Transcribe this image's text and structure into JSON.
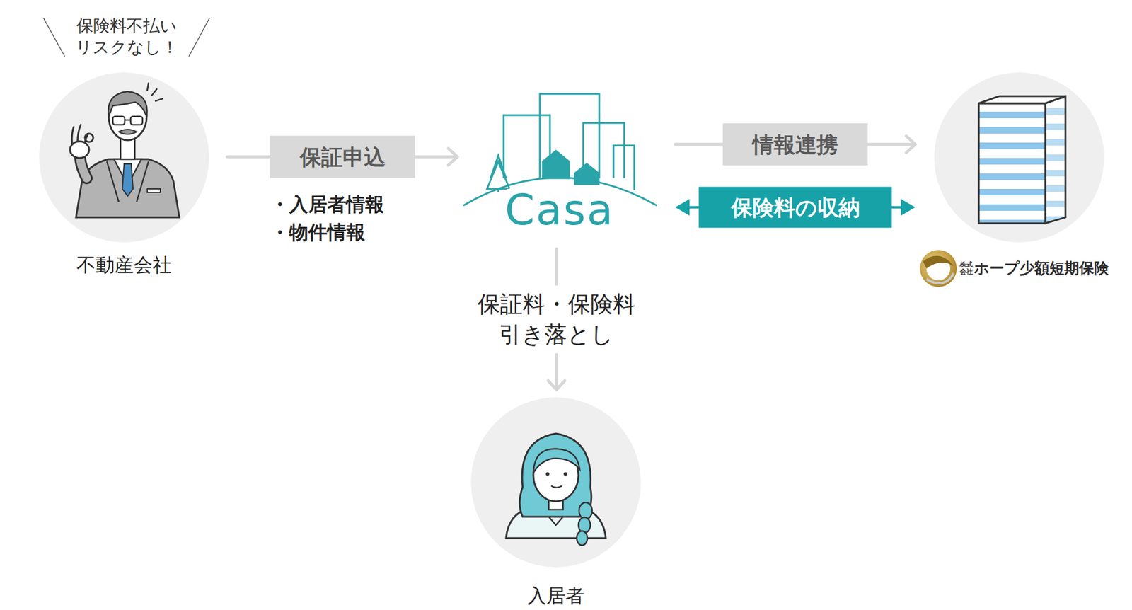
{
  "diagram": {
    "nodes": [
      {
        "text": [
          "不動産会社"
        ]
      },
      {
        "text": [
          "Casa"
        ]
      },
      {
        "text": [
          "株式会社",
          "ホープ少額短期保険"
        ]
      },
      {
        "text": [
          "入居者"
        ]
      }
    ],
    "edges": [
      {
        "from": 0,
        "to": 1,
        "arrow": "to",
        "label": "保証申込"
      },
      {
        "from": 1,
        "to": 2,
        "arrow": "to",
        "label": "情報連携"
      },
      {
        "from": 1,
        "to": 2,
        "arrow": "both",
        "label": "保険料の収納"
      },
      {
        "from": 1,
        "to": 3,
        "arrow": "to",
        "label": "保証料・保険料 引き落とし"
      }
    ],
    "labels": [
      "保険料不払い リスクなし！",
      "・入居者情報",
      "・物件情報"
    ]
  }
}
